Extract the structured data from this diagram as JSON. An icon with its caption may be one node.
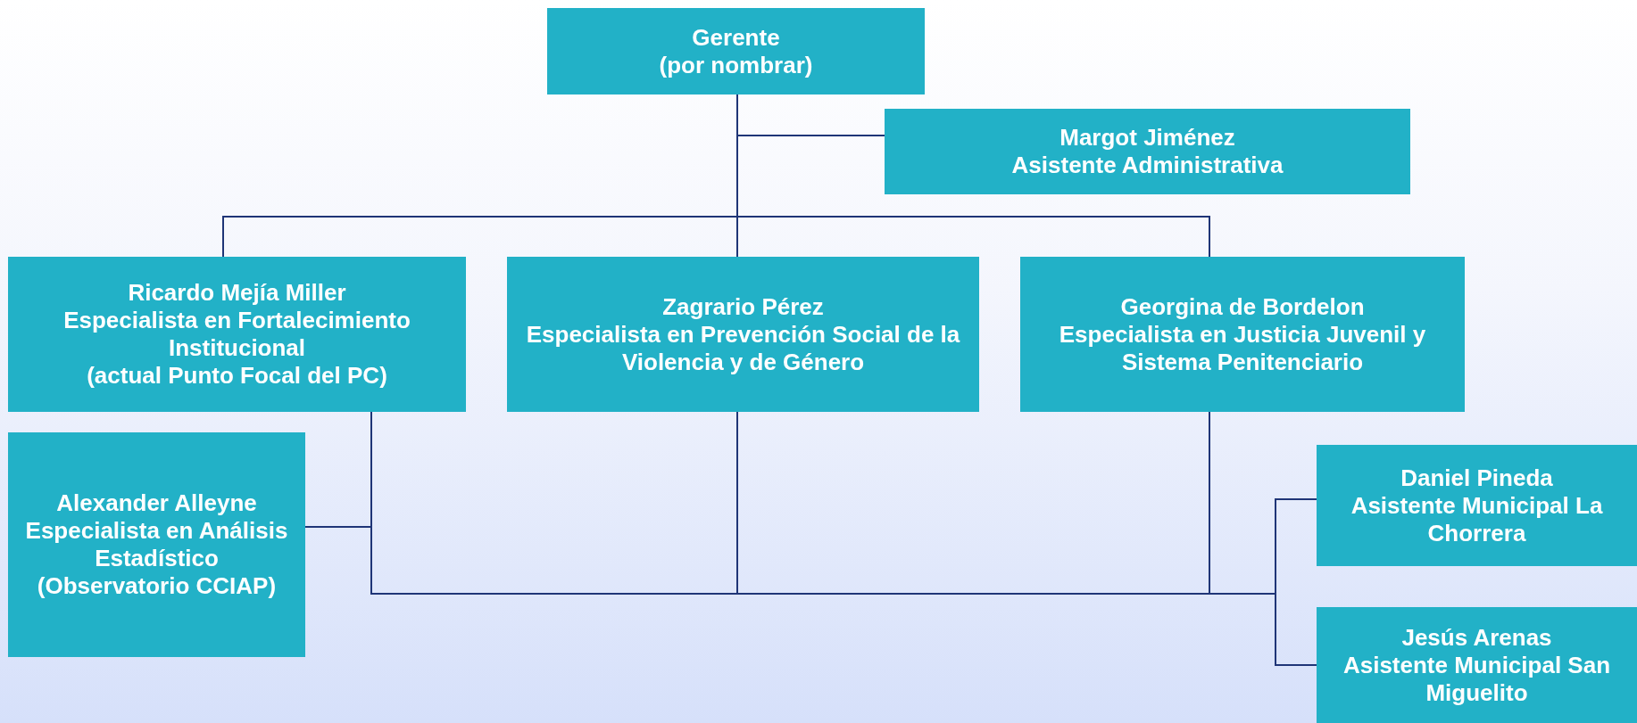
{
  "diagram": {
    "nodes": [
      {
        "text": [
          "Gerente",
          "(por nombrar)"
        ]
      },
      {
        "text": [
          "Margot Jiménez",
          "Asistente Administrativa"
        ]
      },
      {
        "text": [
          "Ricardo Mejía Miller",
          "Especialista en Fortalecimiento Institucional",
          "(actual Punto Focal del PC)"
        ]
      },
      {
        "text": [
          "Zagrario Pérez",
          "Especialista en Prevención Social de la Violencia y de Género"
        ]
      },
      {
        "text": [
          "Georgina de Bordelon",
          "Especialista en Justicia Juvenil y Sistema Penitenciario"
        ]
      },
      {
        "text": [
          "Alexander Alleyne",
          "Especialista en Análisis Estadístico",
          "(Observatorio CCIAP)"
        ]
      },
      {
        "text": [
          "Daniel Pineda",
          "Asistente Municipal La Chorrera"
        ]
      },
      {
        "text": [
          "Jesús Arenas",
          "Asistente Municipal San Miguelito"
        ]
      }
    ],
    "edges": [
      {
        "from": 0,
        "to": 1,
        "arrow": "none"
      },
      {
        "from": 0,
        "to": 2,
        "arrow": "none"
      },
      {
        "from": 0,
        "to": 3,
        "arrow": "none"
      },
      {
        "from": 0,
        "to": 4,
        "arrow": "none"
      },
      {
        "from": 2,
        "to": 5,
        "arrow": "none"
      },
      {
        "from": 3,
        "to": 5,
        "arrow": "none"
      },
      {
        "from": 4,
        "to": 5,
        "arrow": "none"
      },
      {
        "from": 2,
        "to": 6,
        "arrow": "none"
      },
      {
        "from": 3,
        "to": 6,
        "arrow": "none"
      },
      {
        "from": 4,
        "to": 6,
        "arrow": "none"
      },
      {
        "from": 2,
        "to": 7,
        "arrow": "none"
      },
      {
        "from": 3,
        "to": 7,
        "arrow": "none"
      },
      {
        "from": 4,
        "to": 7,
        "arrow": "none"
      }
    ]
  }
}
